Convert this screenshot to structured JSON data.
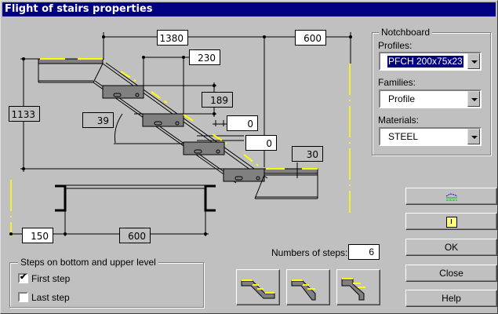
{
  "window": {
    "title": "Flight of stairs properties"
  },
  "dimensions": {
    "total_length": "1380",
    "landing_length": "600",
    "tread_depth": "230",
    "riser_height": "189",
    "total_height": "1133",
    "angle": "39",
    "offset_x": "0",
    "offset_y": "0",
    "landing_thickness": "30",
    "bottom_offset": "150",
    "width": "600"
  },
  "notchboard": {
    "group_label": "Notchboard",
    "profiles_label": "Profiles:",
    "profiles_value": "PFCH 200x75x23",
    "families_label": "Families:",
    "families_value": "Profile",
    "materials_label": "Materials:",
    "materials_value": "STEEL"
  },
  "steps": {
    "number_label": "Numbers of steps:",
    "number_value": "6",
    "group_label": "Steps on bottom and upper level",
    "first_step_label": "First step",
    "first_step_checked": true,
    "last_step_label": "Last step",
    "last_step_checked": false
  },
  "buttons": {
    "ok": "OK",
    "close": "Close",
    "help": "Help"
  },
  "colors": {
    "titlebar": "#000080",
    "axis_line": "#ffff00",
    "tread_fill": "#808080",
    "dialog_bg": "#c0c0c0"
  }
}
